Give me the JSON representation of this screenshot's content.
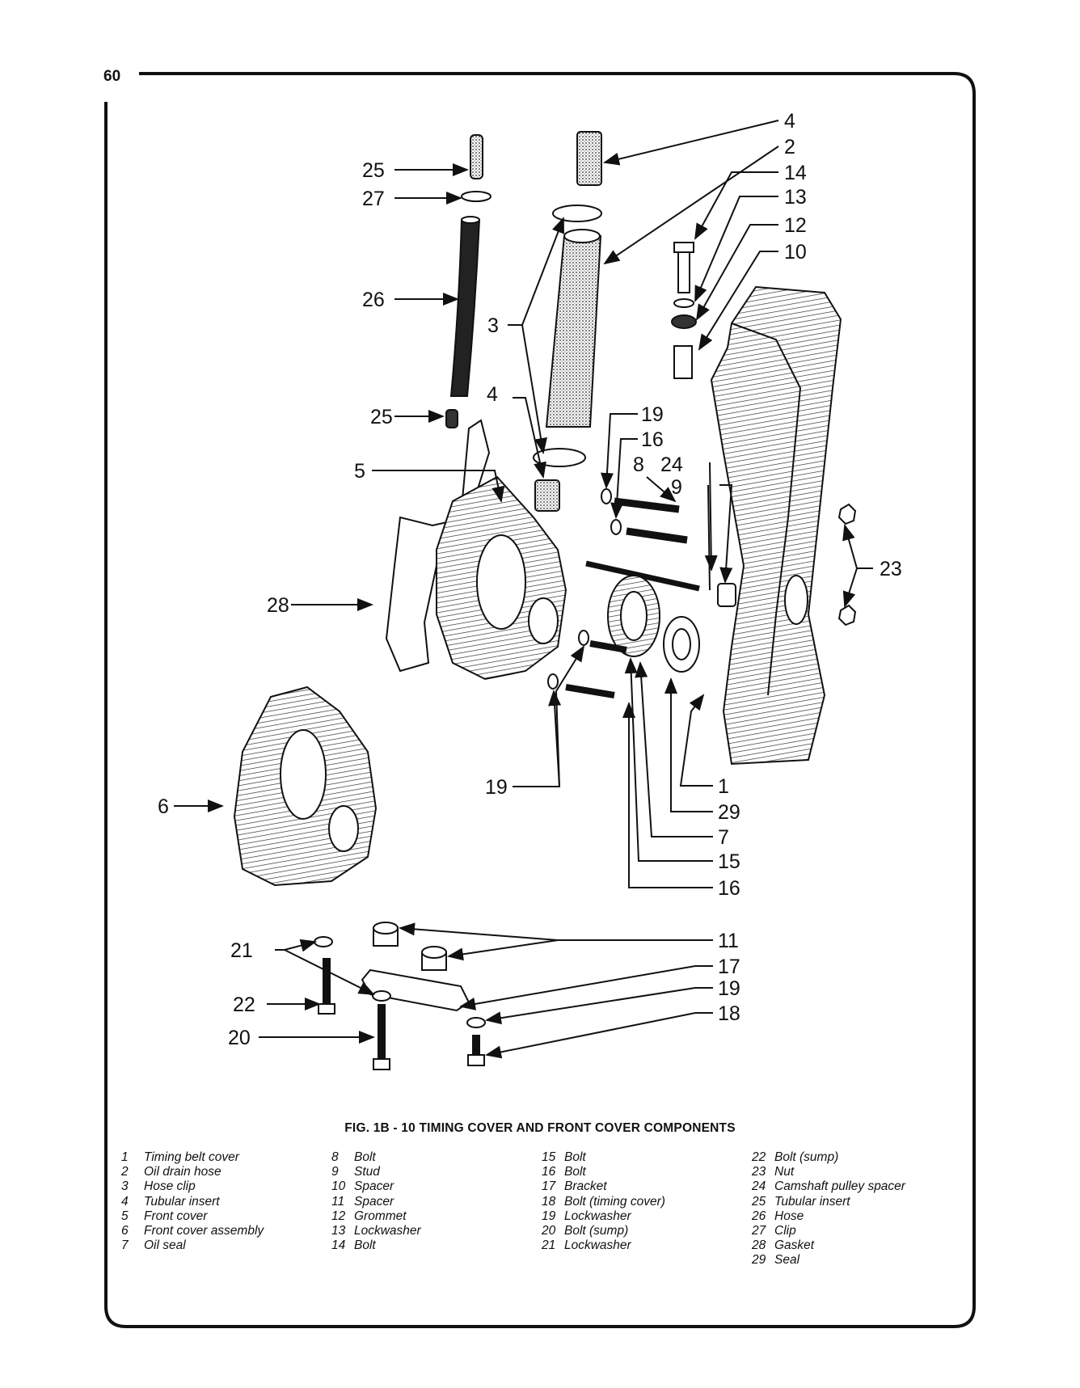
{
  "page": {
    "number": "60"
  },
  "figure": {
    "caption": "FIG. 1B - 10 TIMING COVER AND FRONT COVER COMPONENTS",
    "callouts": [
      "4",
      "2",
      "14",
      "13",
      "12",
      "10",
      "25",
      "27",
      "26",
      "3",
      "25",
      "4",
      "19",
      "16",
      "8",
      "24",
      "9",
      "5",
      "23",
      "28",
      "19",
      "1",
      "29",
      "7",
      "6",
      "15",
      "16",
      "11",
      "21",
      "17",
      "19",
      "22",
      "18",
      "20"
    ]
  },
  "legend": {
    "columns": [
      [
        {
          "num": "1",
          "label": "Timing belt cover"
        },
        {
          "num": "2",
          "label": "Oil drain hose"
        },
        {
          "num": "3",
          "label": "Hose clip"
        },
        {
          "num": "4",
          "label": "Tubular insert"
        },
        {
          "num": "5",
          "label": "Front cover"
        },
        {
          "num": "6",
          "label": "Front cover assembly"
        },
        {
          "num": "7",
          "label": "Oil seal"
        }
      ],
      [
        {
          "num": "8",
          "label": "Bolt"
        },
        {
          "num": "9",
          "label": "Stud"
        },
        {
          "num": "10",
          "label": "Spacer"
        },
        {
          "num": "11",
          "label": "Spacer"
        },
        {
          "num": "12",
          "label": "Grommet"
        },
        {
          "num": "13",
          "label": "Lockwasher"
        },
        {
          "num": "14",
          "label": "Bolt"
        }
      ],
      [
        {
          "num": "15",
          "label": "Bolt"
        },
        {
          "num": "16",
          "label": "Bolt"
        },
        {
          "num": "17",
          "label": "Bracket"
        },
        {
          "num": "18",
          "label": "Bolt (timing cover)"
        },
        {
          "num": "19",
          "label": "Lockwasher"
        },
        {
          "num": "20",
          "label": "Bolt (sump)"
        },
        {
          "num": "21",
          "label": "Lockwasher"
        }
      ],
      [
        {
          "num": "22",
          "label": "Bolt (sump)"
        },
        {
          "num": "23",
          "label": "Nut"
        },
        {
          "num": "24",
          "label": "Camshaft pulley spacer"
        },
        {
          "num": "25",
          "label": "Tubular insert"
        },
        {
          "num": "26",
          "label": "Hose"
        },
        {
          "num": "27",
          "label": "Clip"
        },
        {
          "num": "28",
          "label": "Gasket"
        },
        {
          "num": "29",
          "label": "Seal"
        }
      ]
    ]
  }
}
